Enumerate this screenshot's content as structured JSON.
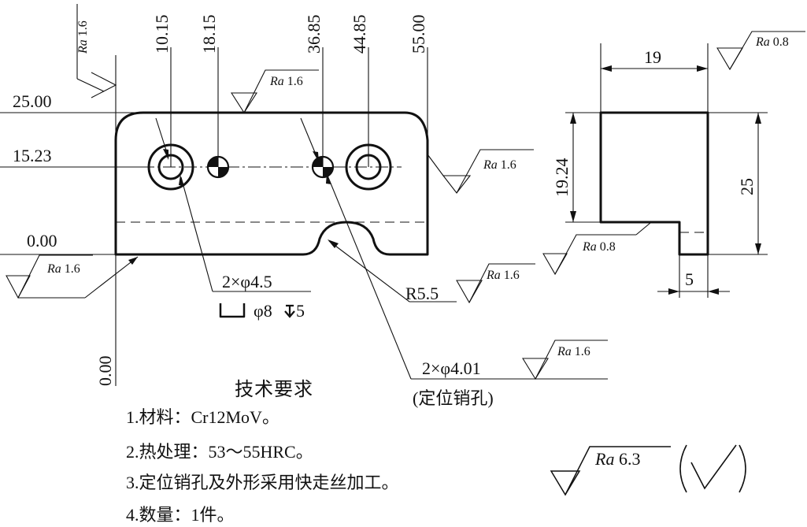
{
  "dimensions": {
    "top_x_1": "10.15",
    "top_x_2": "18.15",
    "top_x_3": "36.85",
    "top_x_4": "44.85",
    "top_x_5": "55.00",
    "left_y_top": "25.00",
    "left_y_mid": "15.23",
    "left_y_bottom": "0.00",
    "bottom_x_origin": "0.00",
    "side_width": "19",
    "side_height_step": "19.24",
    "side_height_total": "25",
    "side_step_width": "5"
  },
  "callouts": {
    "counterbore_holes": "2×φ4.5",
    "counterbore_depth": "φ8",
    "counterbore_depth_value": "5",
    "radius": "R5.5",
    "dowel_holes": "2×φ4.01",
    "dowel_holes_label": "(定位销孔)"
  },
  "roughness": {
    "prefix": "Ra",
    "left_top": "1.6",
    "top_face": "1.6",
    "right_face": "1.6",
    "bottom_left": "1.6",
    "radius_face": "1.6",
    "dowel_hole": "1.6",
    "side_top": "0.8",
    "side_step": "0.8",
    "general": "6.3"
  },
  "notes": {
    "title": "技术要求",
    "items": [
      "1.材料：Cr12MoV。",
      "2.热处理：53～55HRC。",
      "3.定位销孔及外形采用快走丝加工。",
      "4.数量：1件。"
    ]
  }
}
